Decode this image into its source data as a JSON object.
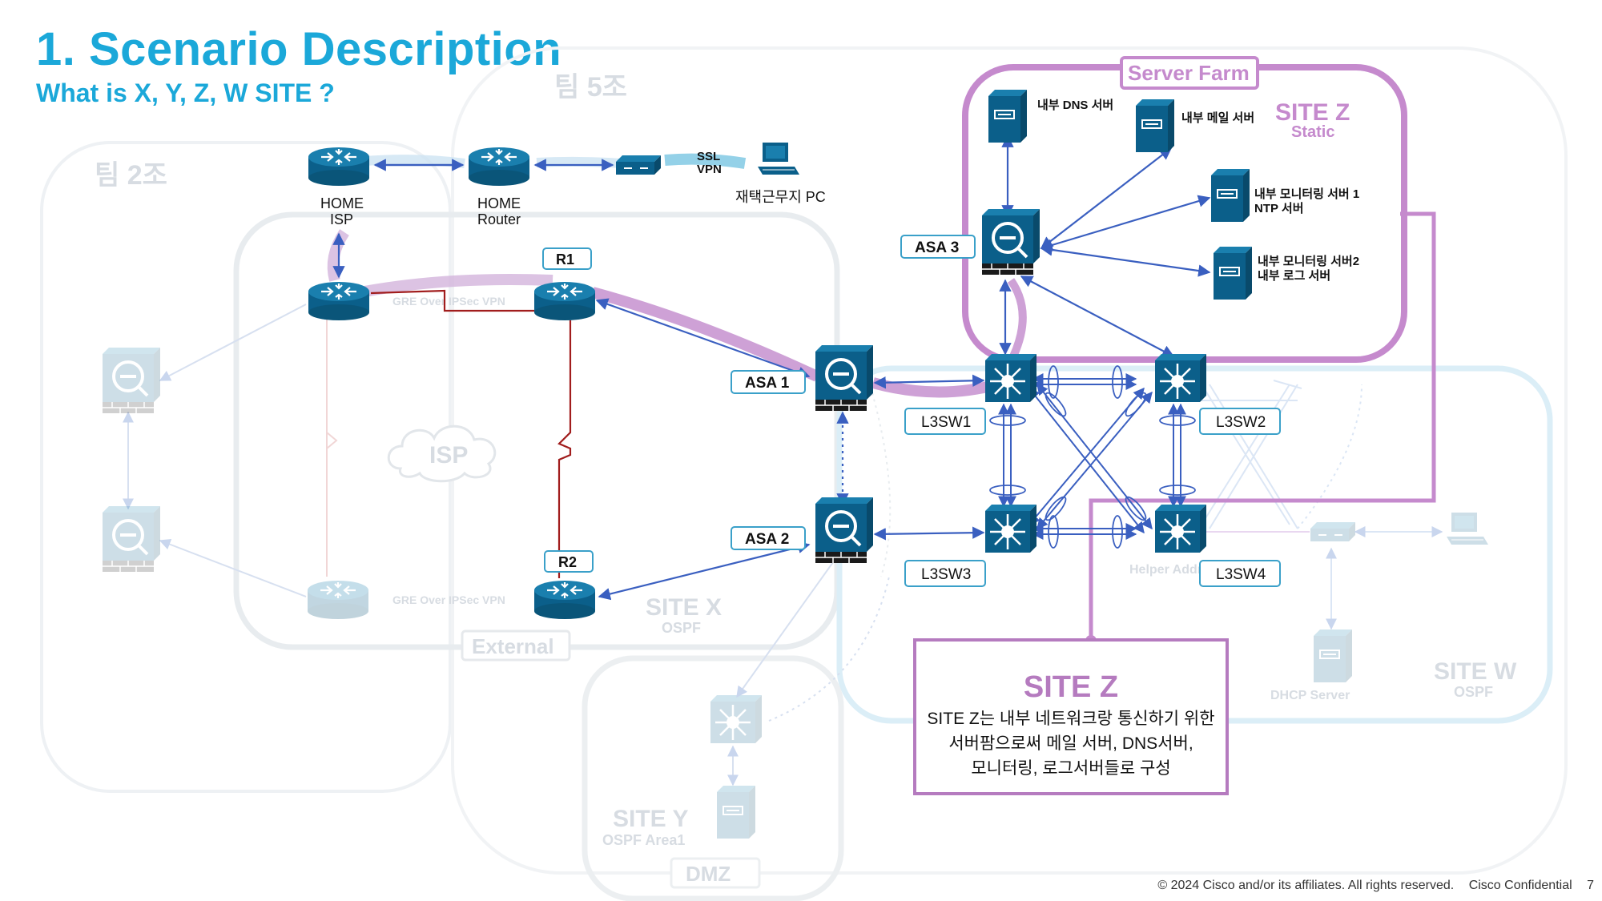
{
  "slide": {
    "title": "1. Scenario Description",
    "subtitle": "What is X, Y, Z, W SITE ?",
    "footer_copyright": "© 2024  Cisco and/or its affiliates. All rights reserved.",
    "footer_conf": "Cisco Confidential",
    "page_number": "7"
  },
  "teams": {
    "team2": "팀 2조",
    "team5": "팀 5조"
  },
  "server_farm": {
    "title": "Server Farm",
    "site_name": "SITE Z",
    "site_routing": "Static",
    "servers": {
      "dns": "내부 DNS 서버",
      "mail": "내부 메일 서버",
      "monitor1_line1": "내부 모니터링 서버 1",
      "monitor1_line2": "NTP 서버",
      "monitor2_line1": "내부 모니터링 서버2",
      "monitor2_line2": "내부 로그 서버"
    }
  },
  "home": {
    "isp_line1": "HOME",
    "isp_line2": "ISP",
    "router_line1": "HOME",
    "router_line2": "Router",
    "ssl_line1": "SSL",
    "ssl_line2": "VPN",
    "pc": "재택근무지 PC"
  },
  "devices": {
    "r1": "R1",
    "r2": "R2",
    "asa1": "ASA 1",
    "asa2": "ASA 2",
    "asa3": "ASA 3",
    "l3sw1": "L3SW1",
    "l3sw2": "L3SW2",
    "l3sw3": "L3SW3",
    "l3sw4": "L3SW4"
  },
  "faint_labels": {
    "gre1": "GRE Over IPSec VPN",
    "gre2": "GRE Over IPSec VPN",
    "isp": "ISP",
    "site_x": "SITE X",
    "site_x_routing": "OSPF",
    "external": "External",
    "site_w": "SITE W",
    "site_w_routing": "OSPF",
    "helper": "Helper Address",
    "dhcp": "DHCP Server",
    "site_y": "SITE Y",
    "site_y_routing": "OSPF Area1",
    "dmz": "DMZ"
  },
  "info_box": {
    "heading": "SITE Z",
    "line1": "SITE Z는 내부 네트워크랑 통신하기 위한",
    "line2": "서버팜으로써 메일 서버, DNS서버,",
    "line3": "모니터링, 로그서버들로 구성"
  },
  "colors": {
    "accent": "#1ba8d9",
    "site_z": "#b57bbf",
    "device": "#0b5f8a",
    "link": "#3a5fc0",
    "serial": "#a11d1d"
  }
}
